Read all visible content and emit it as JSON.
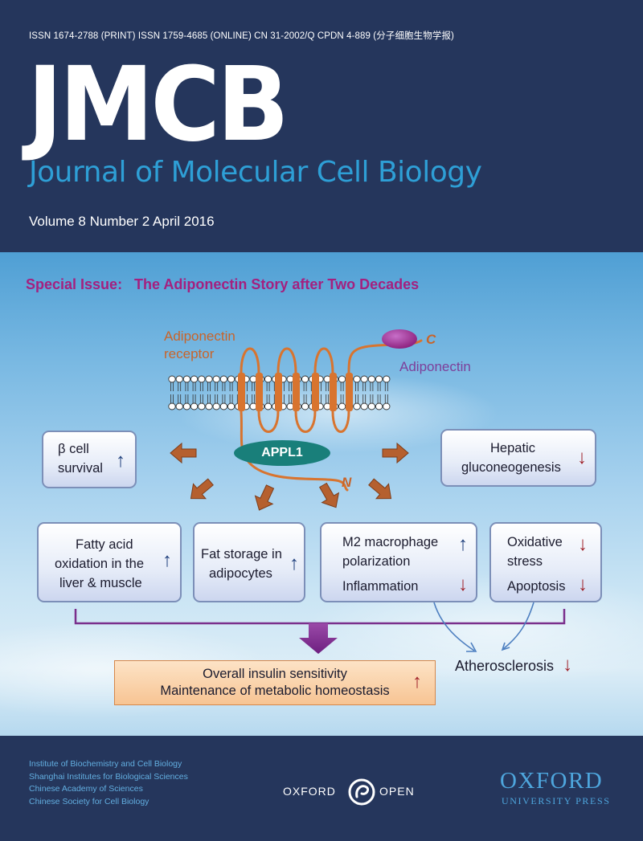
{
  "header": {
    "issn_line": "ISSN 1674-2788 (PRINT)   ISSN 1759-4685 (ONLINE)   CN 31-2002/Q   CPDN 4-889   (分子细胞生物学报)",
    "logo": "JMCB",
    "journal_name": "Journal of Molecular Cell Biology",
    "volume_line": "Volume 8  Number 2  April 2016"
  },
  "illustration": {
    "special_issue": "Special Issue:   The Adiponectin Story after Two Decades",
    "receptor_label_1": "Adiponectin",
    "receptor_label_2": "receptor",
    "c_terminus": "C",
    "n_terminus": "N",
    "ligand_label": "Adiponectin",
    "adaptor_label": "APPL1",
    "effects": {
      "beta_cell_1": "β cell",
      "beta_cell_2": "survival",
      "hepatic_1": "Hepatic",
      "hepatic_2": "gluconeogenesis",
      "fatty_1": "Fatty acid",
      "fatty_2": "oxidation in the",
      "fatty_3": "liver & muscle",
      "fat_1": "Fat storage in",
      "fat_2": "adipocytes",
      "m2_1": "M2 macrophage",
      "m2_2": "polarization",
      "inflammation": "Inflammation",
      "oxidative_1": "Oxidative",
      "oxidative_2": "stress",
      "apoptosis": "Apoptosis"
    },
    "up_symbol": "↑",
    "down_symbol": "↓",
    "outcome_1": "Overall insulin sensitivity",
    "outcome_2": "Maintenance of metabolic homeostasis",
    "atherosclerosis": "Atherosclerosis"
  },
  "footer": {
    "institutions": [
      "Institute of Biochemistry and Cell Biology",
      "Shanghai Institutes for Biological Sciences",
      "Chinese Academy of Sciences",
      "Chinese Society for Cell Biology"
    ],
    "oxford_open_left": "OXFORD",
    "oxford_open_right": "OPEN",
    "publisher_1": "OXFORD",
    "publisher_2": "UNIVERSITY PRESS"
  },
  "colors": {
    "navy": "#25365c",
    "title_blue": "#2e9fd6",
    "magenta": "#a4207f",
    "receptor_orange": "#c8642a",
    "appl1_teal": "#197f7a",
    "up_arrow": "#1f3f7c",
    "down_arrow": "#a0222a"
  }
}
